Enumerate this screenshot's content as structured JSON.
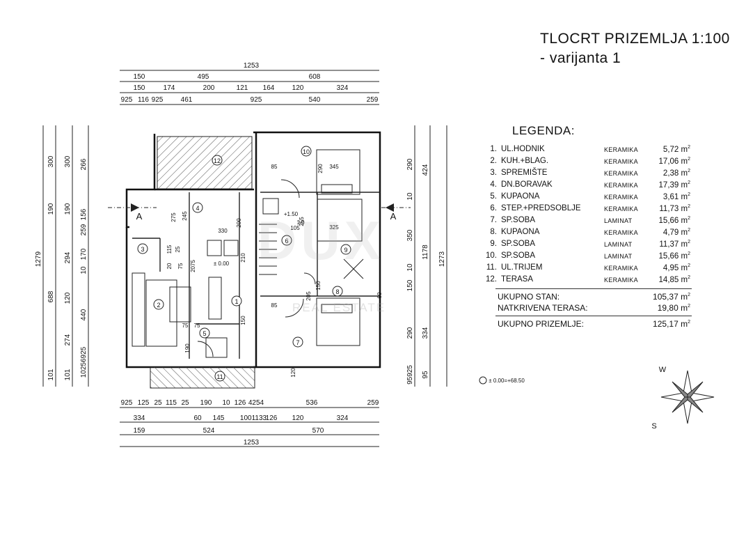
{
  "title": "TLOCRT PRIZEMLJA 1:100",
  "subtitle": "- varijanta 1",
  "legend_title": "LEGENDA:",
  "legend": [
    {
      "num": "1.",
      "name": "UL.HODNIK",
      "material": "KERAMIKA",
      "area": "5,72 m",
      "unit": "2"
    },
    {
      "num": "2.",
      "name": "KUH.+BLAG.",
      "material": "KERAMIKA",
      "area": "17,06 m",
      "unit": "2"
    },
    {
      "num": "3.",
      "name": "SPREMIŠTE",
      "material": "KERAMIKA",
      "area": "2,38 m",
      "unit": "2"
    },
    {
      "num": "4.",
      "name": "DN.BORAVAK",
      "material": "KERAMIKA",
      "area": "17,39 m",
      "unit": "2"
    },
    {
      "num": "5.",
      "name": "KUPAONA",
      "material": "KERAMIKA",
      "area": "3,61 m",
      "unit": "2"
    },
    {
      "num": "6.",
      "name": "STEP.+PREDSOBLJE",
      "material": "KERAMIKA",
      "area": "11,73 m",
      "unit": "2"
    },
    {
      "num": "7.",
      "name": "SP.SOBA",
      "material": "LAMINAT",
      "area": "15,66 m",
      "unit": "2"
    },
    {
      "num": "8.",
      "name": "KUPAONA",
      "material": "KERAMIKA",
      "area": "4,79 m",
      "unit": "2"
    },
    {
      "num": "9.",
      "name": "SP.SOBA",
      "material": "LAMINAT",
      "area": "11,37 m",
      "unit": "2"
    },
    {
      "num": "10.",
      "name": "SP.SOBA",
      "material": "LAMINAT",
      "area": "15,66 m",
      "unit": "2"
    },
    {
      "num": "11.",
      "name": "UL.TRIJEM",
      "material": "KERAMIKA",
      "area": "4,95 m",
      "unit": "2"
    },
    {
      "num": "12.",
      "name": "TERASA",
      "material": "KERAMIKA",
      "area": "14,85 m",
      "unit": "2"
    }
  ],
  "totals": [
    {
      "name": "UKUPNO STAN:",
      "area": "105,37 m",
      "unit": "2"
    },
    {
      "name": "NATKRIVENA TERASA:",
      "area": "19,80 m",
      "unit": "2"
    },
    {
      "name": "UKUPNO PRIZEMLJE:",
      "area": "125,17 m",
      "unit": "2"
    }
  ],
  "dims_top": [
    {
      "row": 0,
      "labels": [
        "1253"
      ]
    },
    {
      "row": 1,
      "labels": [
        "150",
        "495",
        "608"
      ]
    },
    {
      "row": 2,
      "labels": [
        "150",
        "174",
        "200",
        "121",
        "164",
        "120",
        "324"
      ]
    },
    {
      "row": 3,
      "labels": [
        "925",
        "116",
        "925",
        "461",
        "925",
        "540",
        "259"
      ]
    }
  ],
  "dims_bottom": [
    {
      "row": 0,
      "labels": [
        "925",
        "125",
        "25",
        "115",
        "25",
        "190",
        "10",
        "126",
        "4254",
        "536",
        "259"
      ]
    },
    {
      "row": 1,
      "labels": [
        "334",
        "60",
        "145",
        "1001133",
        "126",
        "120",
        "324"
      ]
    },
    {
      "row": 2,
      "labels": [
        "159",
        "524",
        "570"
      ]
    },
    {
      "row": 3,
      "labels": [
        "1253"
      ]
    }
  ],
  "dims_left": [
    {
      "col": 0,
      "labels": [
        "1279"
      ]
    },
    {
      "col": 1,
      "labels": [
        "300",
        "190",
        "688",
        "101"
      ]
    },
    {
      "col": 2,
      "labels": [
        "300",
        "190",
        "294",
        "120",
        "274",
        "101"
      ]
    },
    {
      "col": 3,
      "labels": [
        "266",
        "156",
        "259",
        "170",
        "10",
        "440",
        "10256925"
      ]
    }
  ],
  "dims_right": [
    {
      "col": 0,
      "labels": [
        "290",
        "10",
        "350",
        "10",
        "150",
        "290",
        "95925"
      ]
    },
    {
      "col": 1,
      "labels": [
        "424",
        "1178",
        "334",
        "95"
      ]
    },
    {
      "col": 2,
      "labels": [
        "1273"
      ]
    }
  ],
  "room_labels": [
    "1",
    "2",
    "3",
    "4",
    "5",
    "6",
    "7",
    "8",
    "9",
    "10",
    "11",
    "12"
  ],
  "section_marks": [
    "A",
    "A"
  ],
  "level_marks": [
    "± 0.00",
    "+1.50"
  ],
  "site_level": "± 0.00=+68.50",
  "compass": [
    "W",
    "S"
  ],
  "inner_dims": [
    "330",
    "275",
    "245",
    "115",
    "25",
    "20",
    "75",
    "2075",
    "210",
    "150",
    "105",
    "1.0",
    "85",
    "200",
    "75",
    "255",
    "325",
    "345",
    "290",
    "85",
    "60",
    "150",
    "120",
    "205",
    "190",
    "75"
  ],
  "watermark": "DUX",
  "watermark_sub": "REAL ESTATE"
}
